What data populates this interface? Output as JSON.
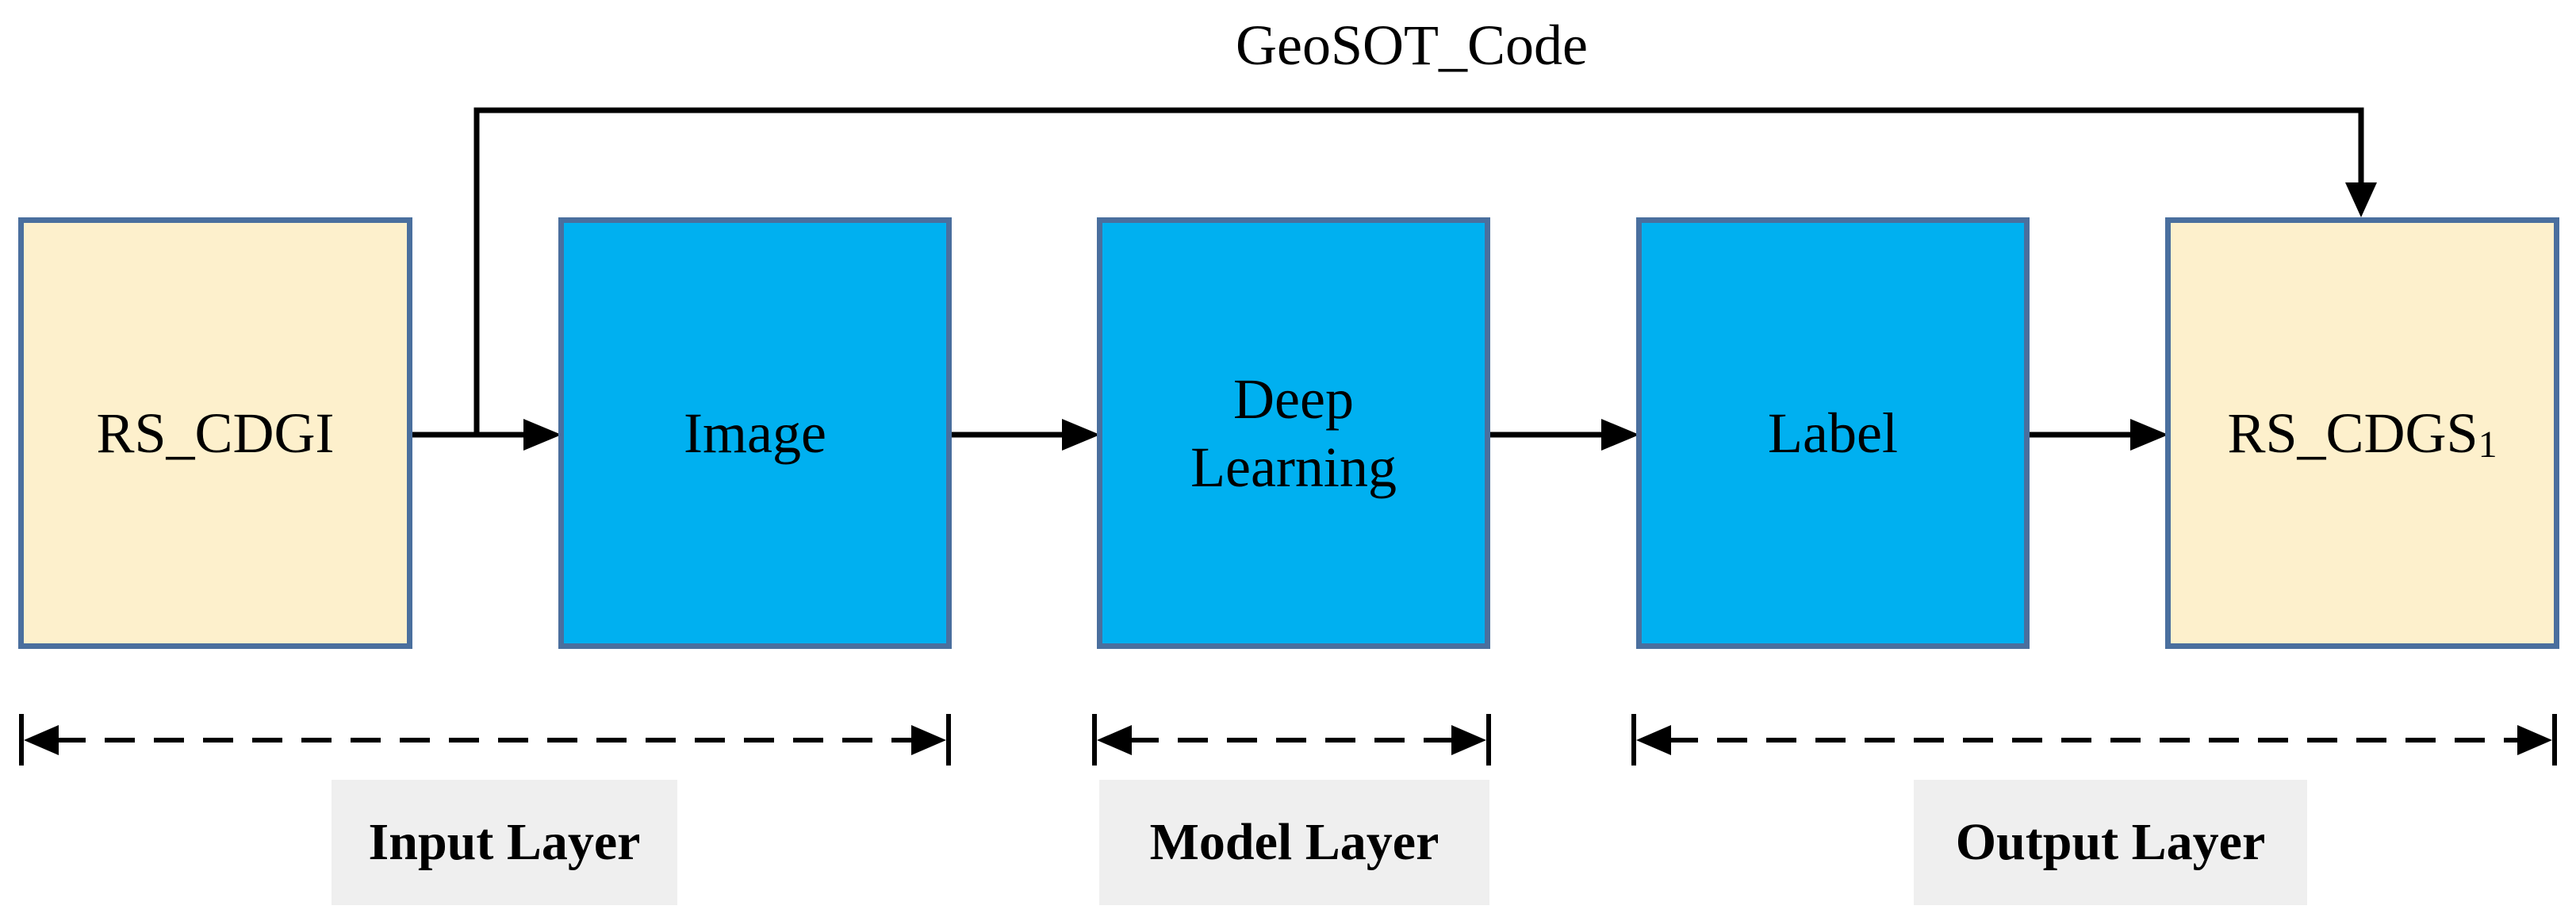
{
  "diagram": {
    "top_connector_label": "GeoSOT_Code",
    "boxes": [
      {
        "id": "rs-cdgi",
        "label": "RS_CDGI",
        "subscript": "",
        "fill": "#fdf0cc"
      },
      {
        "id": "image",
        "label": "Image",
        "subscript": "",
        "fill": "#00b0f0"
      },
      {
        "id": "deep-learning",
        "label": "Deep\nLearning",
        "subscript": "",
        "fill": "#00b0f0"
      },
      {
        "id": "label",
        "label": "Label",
        "subscript": "",
        "fill": "#00b0f0"
      },
      {
        "id": "rs-cdgs",
        "label": "RS_CDGS",
        "subscript": "1",
        "fill": "#fdf0cc"
      }
    ],
    "layers": [
      {
        "id": "input-layer",
        "label": "Input Layer"
      },
      {
        "id": "model-layer",
        "label": "Model Layer"
      },
      {
        "id": "output-layer",
        "label": "Output Layer"
      }
    ],
    "colors": {
      "box_border": "#4a6f9e",
      "input_output_fill": "#fdf0cc",
      "process_fill": "#00b0f0",
      "layer_label_bg": "#efefef",
      "line": "#000000"
    }
  }
}
